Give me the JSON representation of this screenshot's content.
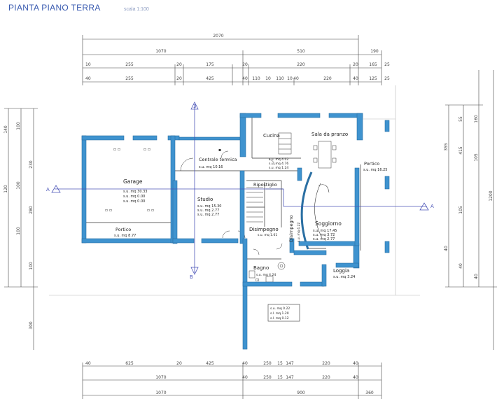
{
  "header": {
    "title": "PIANTA PIANO TERRA",
    "scale_note": "scala 1:100"
  },
  "colors": {
    "wall": "#3f93cf",
    "wall_dark": "#2a6fa3",
    "line": "#404040",
    "title": "#3a5bb0",
    "section": "#4b55b8"
  },
  "sections": {
    "a_left": "A",
    "a_right": "A",
    "b_top": "3",
    "b_bottom": "B"
  },
  "rooms": [
    {
      "id": "garage",
      "name": "Garage",
      "lines": [
        "s.u. mq 30.33",
        "s.u. mq 0.00",
        "s.u. mq 0.00"
      ]
    },
    {
      "id": "portico-garage",
      "name": "Portico",
      "lines": [
        "s.u. mq 8.77"
      ]
    },
    {
      "id": "centrale-termica",
      "name": "Centrale termica",
      "lines": [
        "s.u. mq 10.16"
      ]
    },
    {
      "id": "studio",
      "name": "Studio",
      "lines": [
        "s.u. mq 15.30",
        "s.u. mq 2.77",
        "s.u. mq 2.77"
      ]
    },
    {
      "id": "cucina",
      "name": "Cucina",
      "lines": [
        "s.u. mq 4.02",
        "s.u. mq 4.76",
        "s.u. mq 1.24"
      ]
    },
    {
      "id": "sala-pranzo",
      "name": "Sala da pranzo",
      "lines": []
    },
    {
      "id": "portico-est",
      "name": "Portico",
      "lines": [
        "s.u. mq 16.25"
      ]
    },
    {
      "id": "ripostiglio",
      "name": "Ripostiglio",
      "lines": []
    },
    {
      "id": "disimpegno-1",
      "name": "Disimpegno",
      "lines": [
        "s.u. mq 1.61"
      ]
    },
    {
      "id": "disimpegno-2",
      "name": "Disimpegno",
      "lines": [
        "s.u. mq 4.22"
      ]
    },
    {
      "id": "soggiorno",
      "name": "Soggiorno",
      "lines": [
        "s.u. mq 17.45",
        "s.u. mq 3.72",
        "s.u. mq 2.77"
      ]
    },
    {
      "id": "bagno",
      "name": "Bagno",
      "lines": [
        "s.u. mq 4.24"
      ]
    },
    {
      "id": "loggia",
      "name": "Loggia",
      "lines": [
        "s.u. mq 3.24"
      ]
    }
  ],
  "legend_box": [
    "s.u. mq 0.22",
    "s.l. mq 1.20",
    "s.l. mq 0.12"
  ],
  "dims_top": {
    "overall": "2070",
    "row1": [
      "1070",
      "510",
      "190"
    ],
    "row2": [
      "10",
      "255",
      "20",
      "175",
      "20",
      "220",
      "20",
      "165",
      "25"
    ],
    "row3": [
      "40",
      "255",
      "20",
      "425",
      "40",
      "110",
      "10",
      "110",
      "10",
      "40",
      "220",
      "40",
      "125",
      "25"
    ]
  },
  "dims_bottom": {
    "row1": [
      "40",
      "625",
      "20",
      "425",
      "40",
      "250",
      "15",
      "147",
      "220",
      "40"
    ],
    "row2": [
      "1070",
      "40",
      "250",
      "15",
      "147",
      "220",
      "40"
    ],
    "overall": [
      "1070",
      "900",
      "360"
    ]
  },
  "dims_left": [
    "140",
    "100",
    "230",
    "120",
    "100",
    "280",
    "100",
    "100",
    "300"
  ],
  "dims_right": [
    "55",
    "160",
    "355",
    "415",
    "105",
    "105",
    "1200",
    "40",
    "40",
    "40"
  ]
}
